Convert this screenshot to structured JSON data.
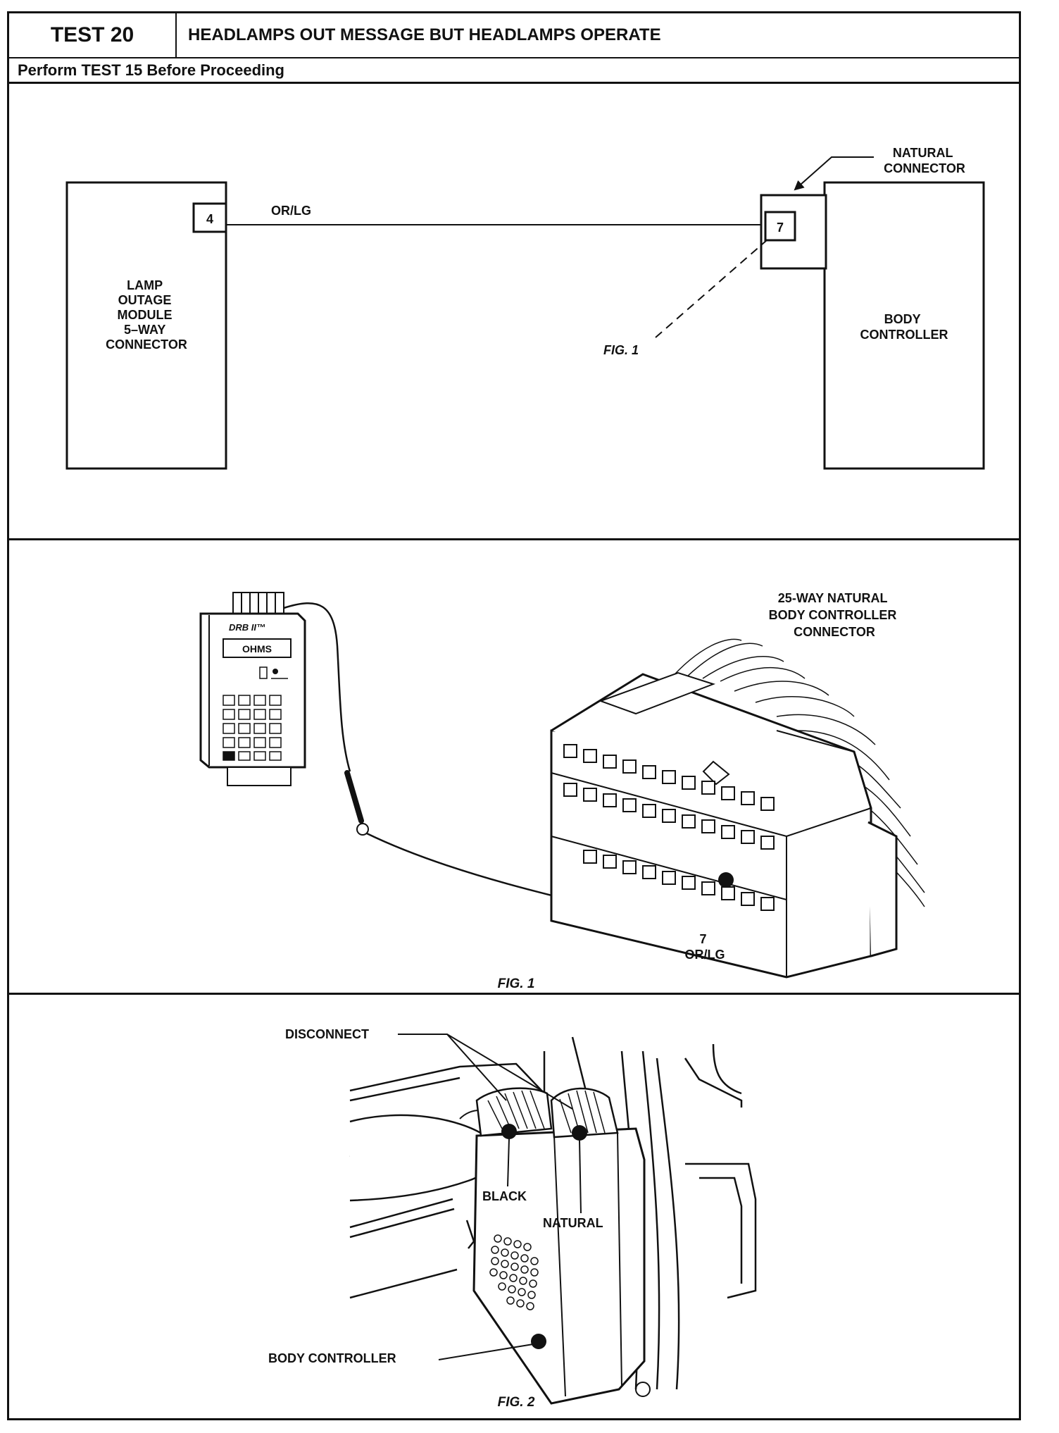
{
  "header": {
    "test_label": "TEST 20",
    "title": "HEADLAMPS OUT MESSAGE BUT HEADLAMPS OPERATE",
    "subtitle": "Perform TEST 15 Before Proceeding"
  },
  "schematic": {
    "left_module_lines": [
      "LAMP",
      "OUTAGE",
      "MODULE",
      "5–WAY",
      "CONNECTOR"
    ],
    "left_pin": "4",
    "wire_label": "OR/LG",
    "right_pin": "7",
    "natural_connector_lines": [
      "NATURAL",
      "CONNECTOR"
    ],
    "body_controller_lines": [
      "BODY",
      "CONTROLLER"
    ],
    "fig_ref": "FIG. 1"
  },
  "fig1": {
    "connector_label_lines": [
      "25-WAY NATURAL",
      "BODY CONTROLLER",
      "CONNECTOR"
    ],
    "tester_brand": "DRB II™",
    "tester_display": "OHMS",
    "pin_number": "7",
    "pin_wire": "OR/LG",
    "caption": "FIG. 1"
  },
  "fig2": {
    "disconnect_label": "DISCONNECT",
    "black_label": "BLACK",
    "natural_label": "NATURAL",
    "body_controller_label": "BODY CONTROLLER",
    "caption": "FIG. 2"
  }
}
